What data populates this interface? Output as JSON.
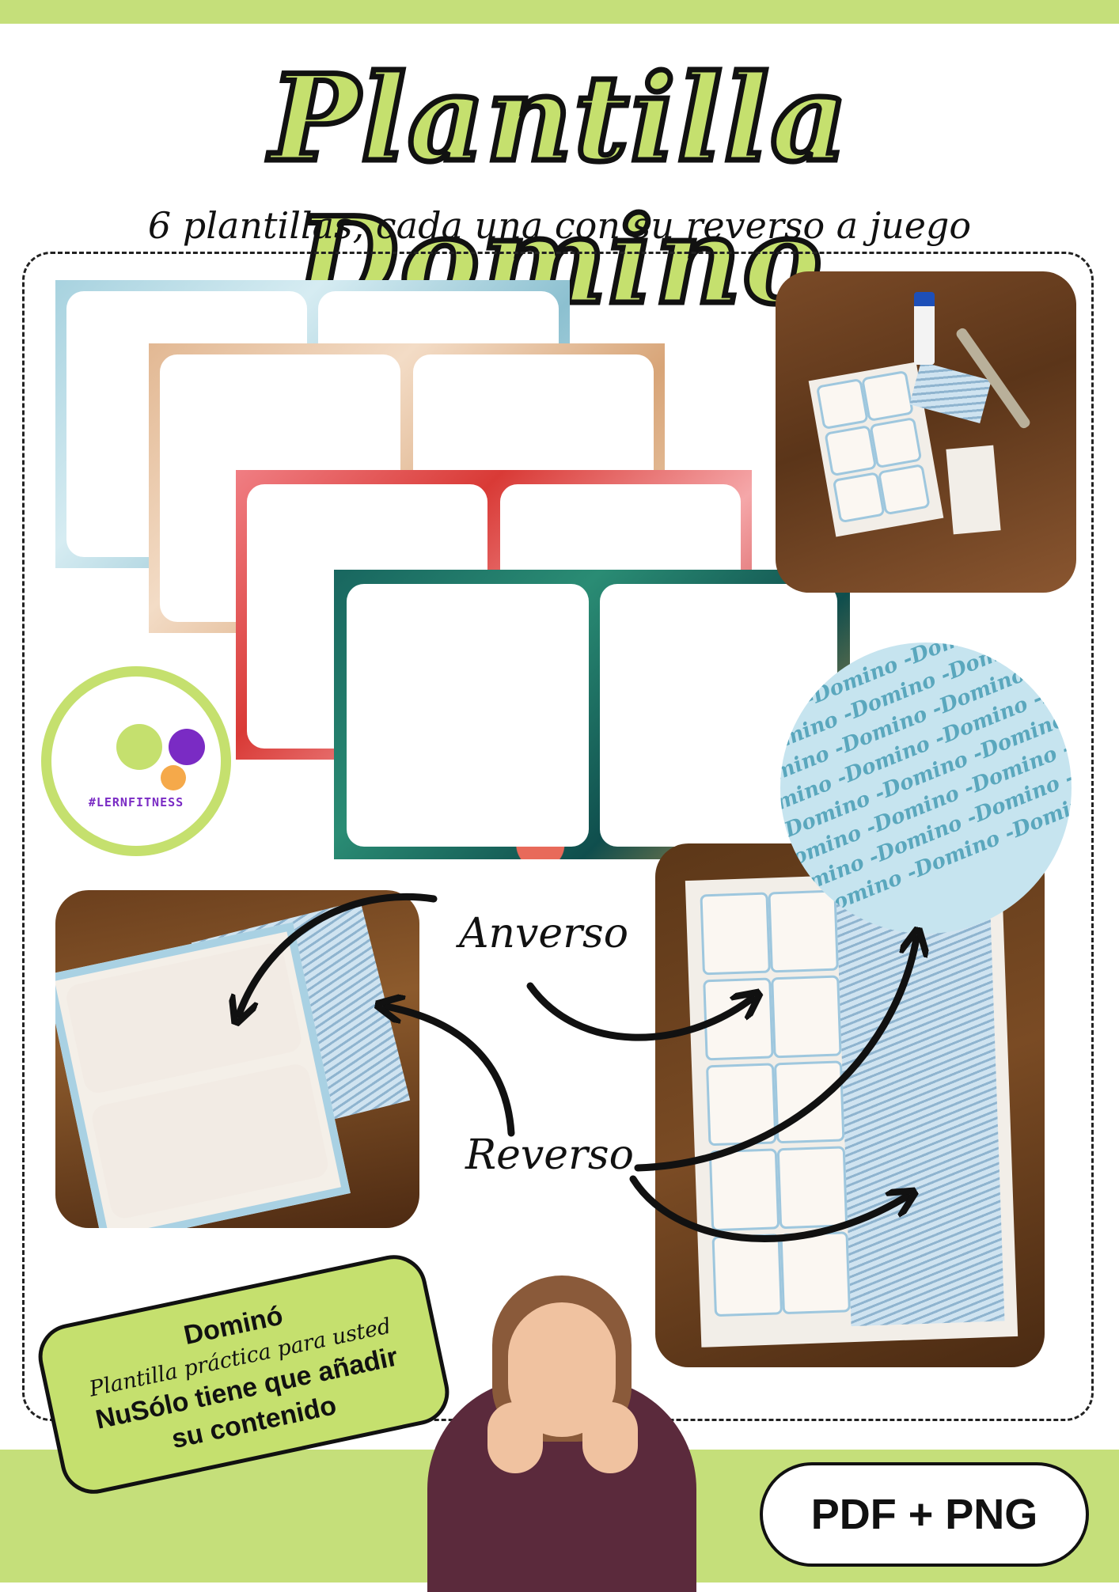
{
  "header": {
    "title": "Plantilla Domino",
    "subtitle": "6 plantillas, cada una con su reverso a juego"
  },
  "logo": {
    "text": "#LERNFITNESS"
  },
  "watermark": {
    "word": "Domino",
    "rows": [
      "Domino -Domino -Domino",
      "Domino -Domino -Domino -Domino",
      "o -Domino -Domino -Domino -Domino",
      "-Domino -Domino -Domino -Domino",
      "Domino -Domino -Domino -Domino",
      "o -Domino -Domino -Domino -Domino",
      "-Domino -Domino -Domino -Domino",
      "Domino -Domino -Domino -Domino",
      "o -Domino -Domino -Domino"
    ]
  },
  "labels": {
    "front": "Anverso",
    "back": "Reverso"
  },
  "badge": {
    "title": "Dominó",
    "script_line": "Plantilla práctica para usted",
    "bold_line1": "NuSólo tiene que añadir",
    "bold_line2": "su contenido"
  },
  "format": {
    "label": "PDF + PNG"
  },
  "colors": {
    "accent_green": "#c5e06e",
    "logo_purple": "#7a2bc4",
    "logo_orange": "#f5a94a"
  }
}
